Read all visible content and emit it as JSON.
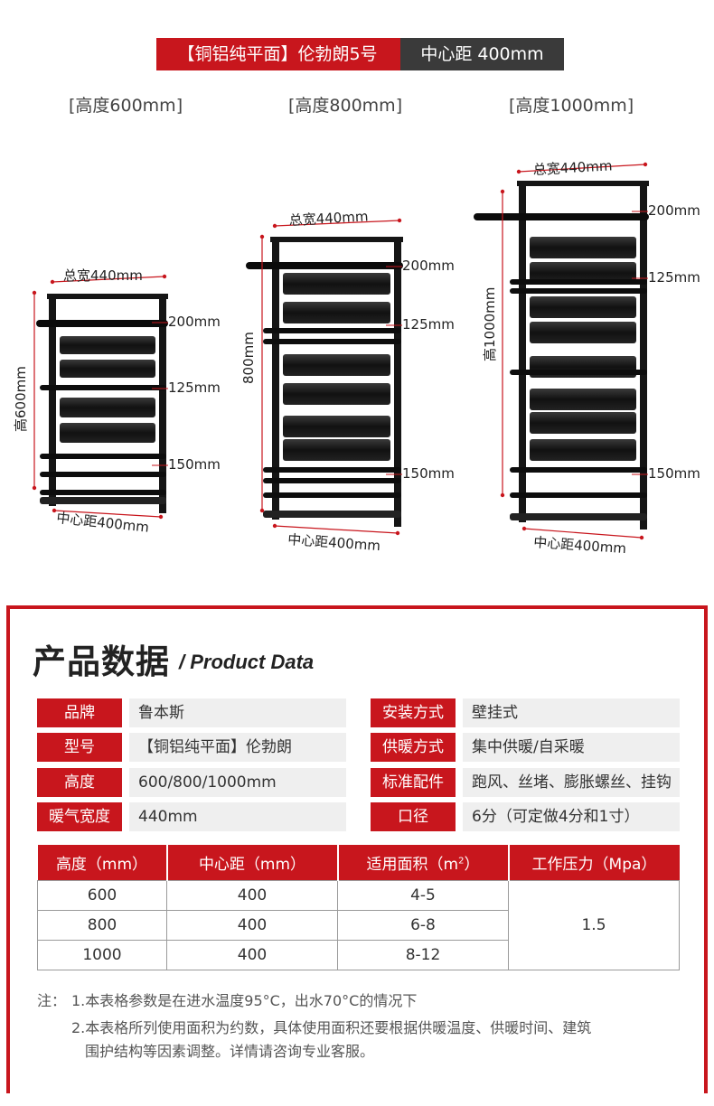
{
  "banner": {
    "model": "【铜铝纯平面】伦勃朗5号",
    "center": "中心距 400mm"
  },
  "columns": [
    {
      "title": "[高度600mm]",
      "width_label": "总宽440mm",
      "height_label": "高600mm",
      "spacing": [
        "200mm",
        "125mm",
        "150mm"
      ],
      "center_label": "中心距400mm"
    },
    {
      "title": "[高度800mm]",
      "width_label": "总宽440mm",
      "height_label": "800mm",
      "spacing": [
        "200mm",
        "125mm",
        "150mm"
      ],
      "center_label": "中心距400mm"
    },
    {
      "title": "[高度1000mm]",
      "width_label": "总宽440mm",
      "height_label": "高1000mm",
      "spacing": [
        "200mm",
        "125mm",
        "150mm"
      ],
      "center_label": "中心距400mm"
    }
  ],
  "colors": {
    "accent": "#c8161d",
    "dark": "#3a3a3a",
    "radiator": "#151515"
  },
  "data": {
    "title": "产品数据",
    "subtitle": "/ Product Data",
    "specs_left": [
      {
        "k": "品牌",
        "v": "鲁本斯"
      },
      {
        "k": "型号",
        "v": "【铜铝纯平面】伦勃朗"
      },
      {
        "k": "高度",
        "v": "600/800/1000mm"
      },
      {
        "k": "暖气宽度",
        "v": "440mm"
      }
    ],
    "specs_right": [
      {
        "k": "安装方式",
        "v": "壁挂式"
      },
      {
        "k": "供暖方式",
        "v": "集中供暖/自采暖"
      },
      {
        "k": "标准配件",
        "v": "跑风、丝堵、膨胀螺丝、挂钩"
      },
      {
        "k": "口径",
        "v": "6分（可定做4分和1寸）"
      }
    ],
    "table": {
      "headers": [
        "高度（mm）",
        "中心距（mm）",
        "适用面积（m",
        "工作压力（Mpa）"
      ],
      "header_sup": "2",
      "header_close": "）",
      "rows": [
        [
          "600",
          "400",
          "4-5"
        ],
        [
          "800",
          "400",
          "6-8"
        ],
        [
          "1000",
          "400",
          "8-12"
        ]
      ],
      "pressure": "1.5"
    },
    "notes": {
      "prefix": "注：",
      "line1": "1.本表格参数是在进水温度95°C，出水70°C的情况下",
      "line2": "2.本表格所列使用面积为约数，具体使用面积还要根据供暖温度、供暖时间、建筑",
      "line3": "围护结构等因素调整。详情请咨询专业客服。"
    }
  }
}
